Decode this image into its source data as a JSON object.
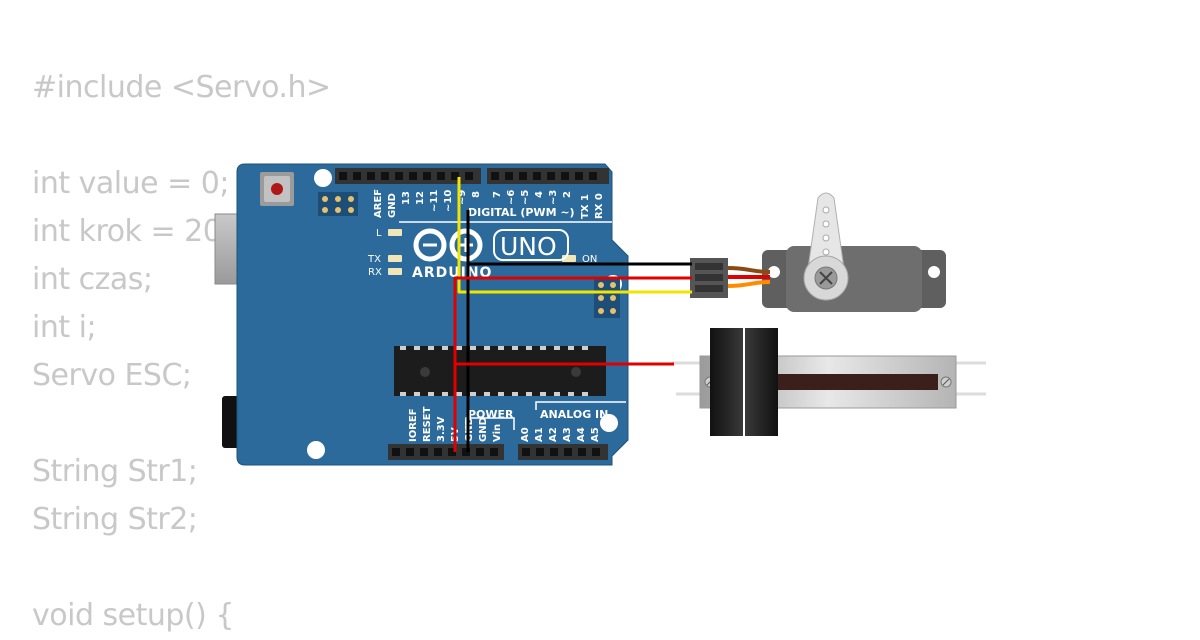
{
  "code": {
    "lines": [
      "#include <Servo.h>",
      "",
      "int value = 0;",
      "int krok = 20",
      "int czas;",
      "int i;",
      "Servo ESC;",
      "",
      "String Str1;",
      "String Str2;",
      "",
      "void setup() {"
    ]
  },
  "board": {
    "brand": "ARDUINO",
    "model": "UNO",
    "digital_header": "DIGITAL (PWM ~)",
    "power_header": "POWER",
    "analog_header": "ANALOG IN",
    "led_l": "L",
    "led_tx": "TX",
    "led_rx": "RX",
    "led_on": "ON",
    "top_pins": [
      "AREF",
      "GND",
      "13",
      "12",
      "~11",
      "~10",
      "~9",
      "8",
      "7",
      "~6",
      "~5",
      "4",
      "~3",
      "2",
      "TX 1",
      "RX 0"
    ],
    "bottom_power_pins": [
      "IOREF",
      "RESET",
      "3.3V",
      "5V",
      "GND",
      "GND",
      "Vin"
    ],
    "bottom_analog_pins": [
      "A0",
      "A1",
      "A2",
      "A3",
      "A4",
      "A5"
    ]
  },
  "colors": {
    "board_blue": "#2b6a9b",
    "wire_black": "#000000",
    "wire_red": "#e00000",
    "wire_yellow": "#f2e600",
    "code_text": "#c8c8c8"
  },
  "icons": {
    "logo": "infinity-plus-minus-logo",
    "servo": "servo-motor",
    "slider": "slide-potentiometer"
  }
}
